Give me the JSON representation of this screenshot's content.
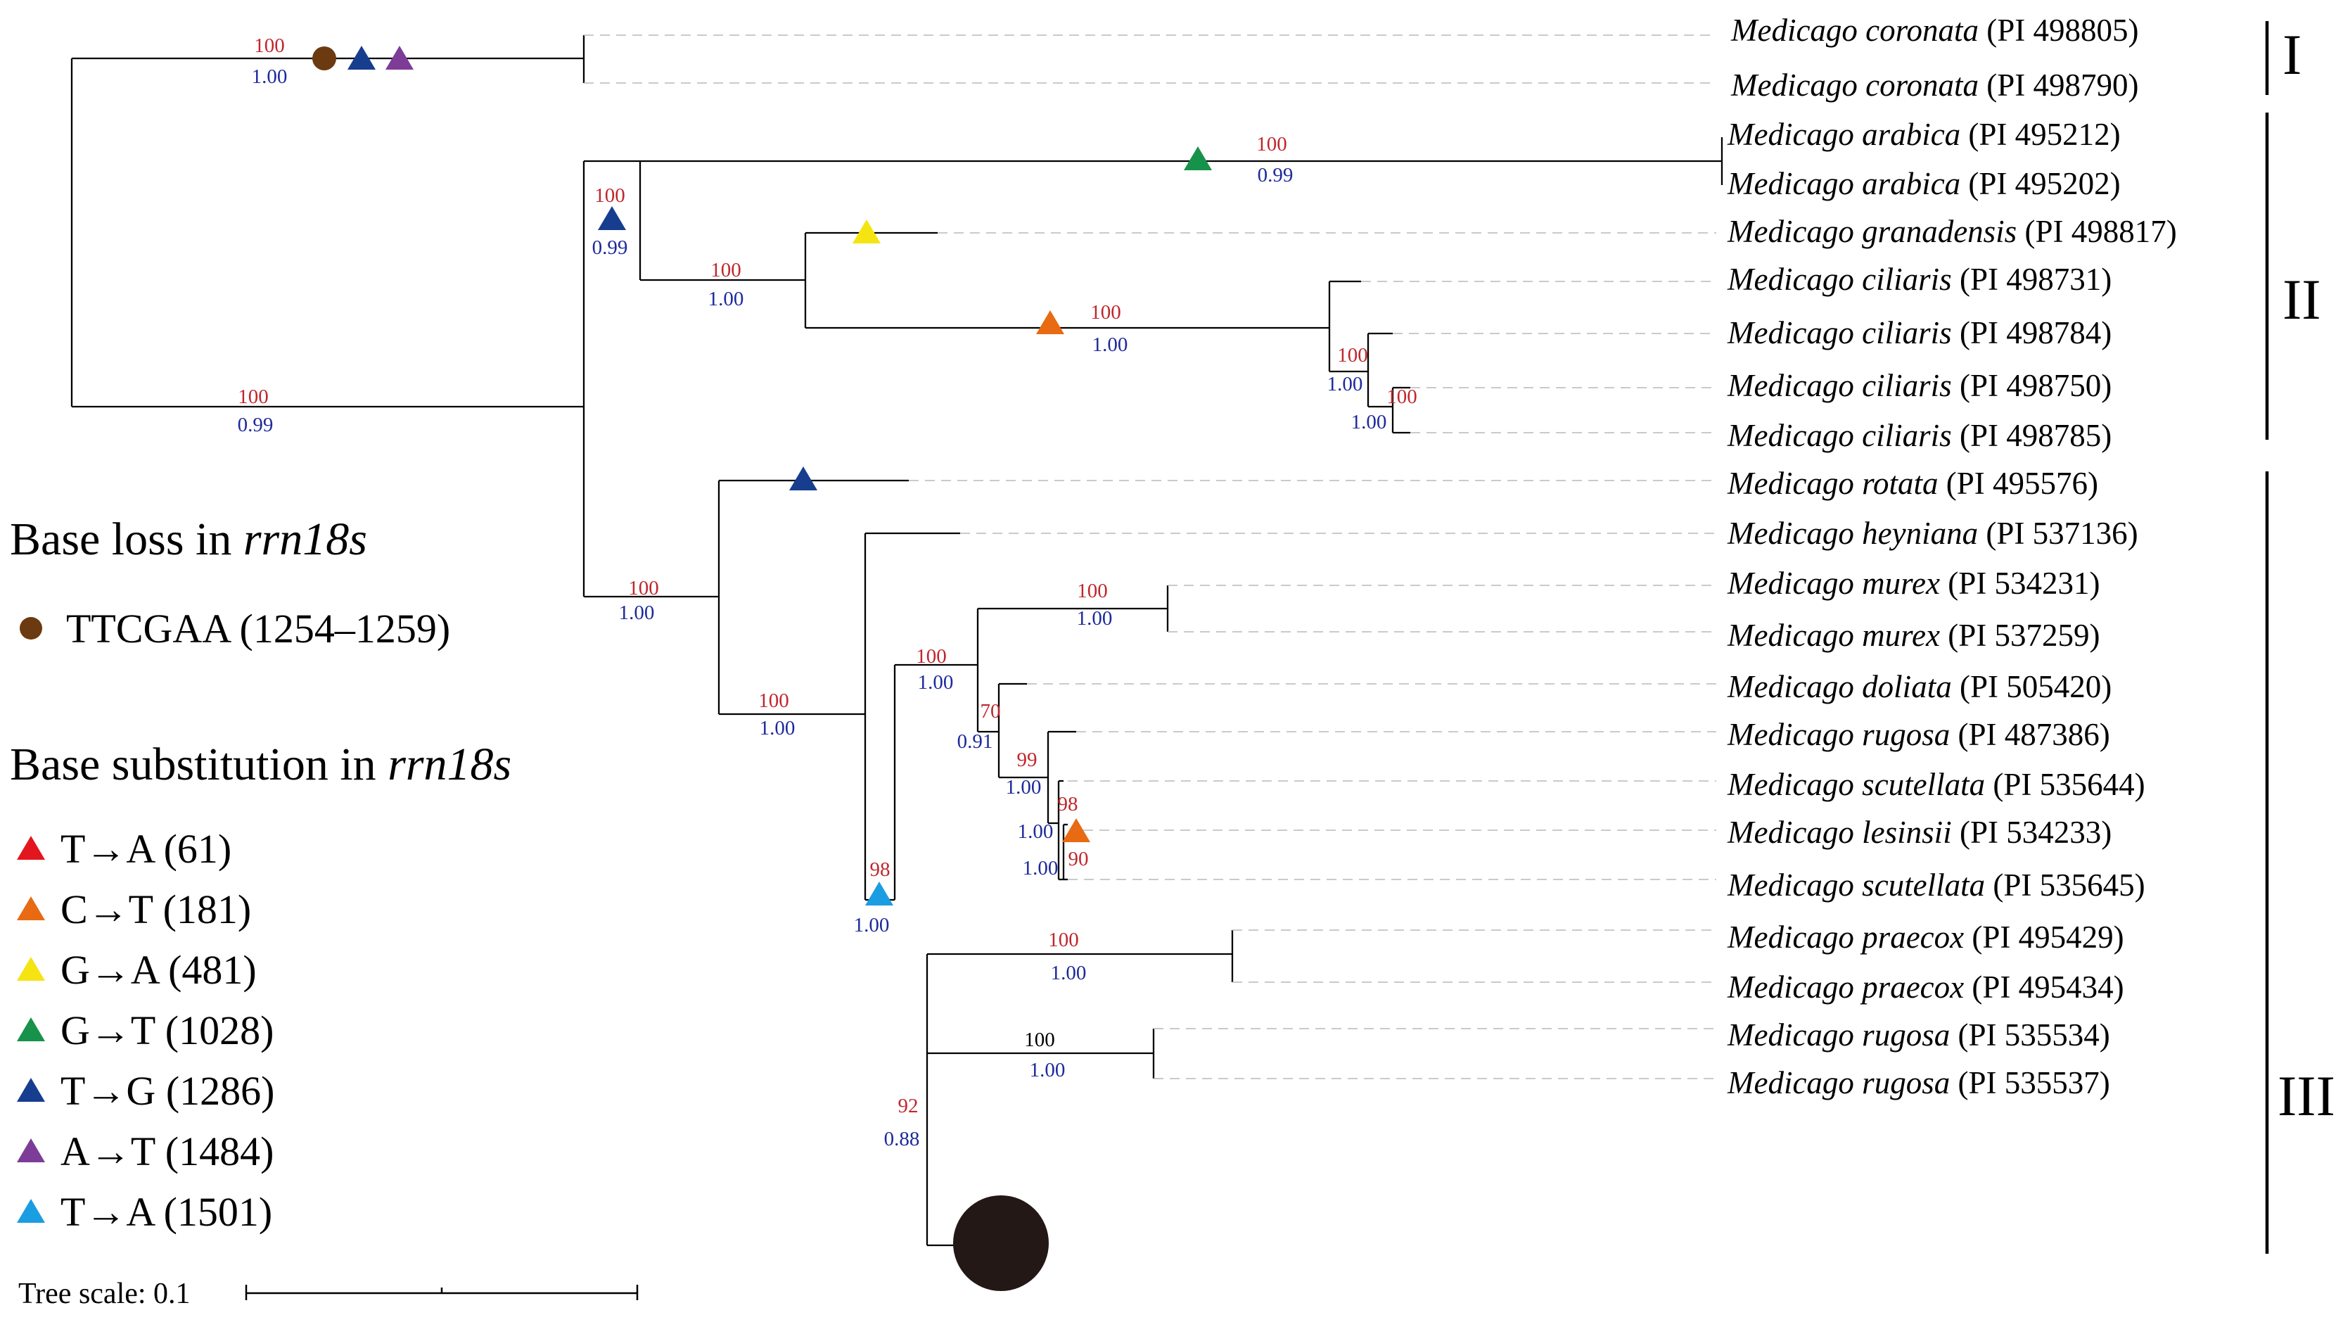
{
  "taxa": [
    {
      "species": "Medicago coronata",
      "accession": "(PI 498805)"
    },
    {
      "species": "Medicago coronata",
      "accession": "(PI 498790)"
    },
    {
      "species": "Medicago arabica",
      "accession": "(PI 495212)"
    },
    {
      "species": "Medicago arabica",
      "accession": "(PI 495202)"
    },
    {
      "species": "Medicago granadensis",
      "accession": "(PI 498817)"
    },
    {
      "species": "Medicago ciliaris",
      "accession": "(PI 498731)"
    },
    {
      "species": "Medicago ciliaris",
      "accession": "(PI 498784)"
    },
    {
      "species": "Medicago ciliaris",
      "accession": "(PI 498750)"
    },
    {
      "species": "Medicago ciliaris",
      "accession": "(PI 498785)"
    },
    {
      "species": "Medicago rotata",
      "accession": "(PI 495576)"
    },
    {
      "species": "Medicago heyniana",
      "accession": "(PI 537136)"
    },
    {
      "species": "Medicago murex",
      "accession": "(PI 534231)"
    },
    {
      "species": "Medicago murex",
      "accession": "(PI 537259)"
    },
    {
      "species": "Medicago doliata",
      "accession": "(PI 505420)"
    },
    {
      "species": "Medicago rugosa",
      "accession": "(PI 487386)"
    },
    {
      "species": "Medicago scutellata",
      "accession": "(PI 535644)"
    },
    {
      "species": "Medicago lesinsii",
      "accession": "(PI 534233)"
    },
    {
      "species": "Medicago scutellata",
      "accession": "(PI 535645)"
    },
    {
      "species": "Medicago praecox",
      "accession": "(PI 495429)"
    },
    {
      "species": "Medicago praecox",
      "accession": "(PI 495434)"
    },
    {
      "species": "Medicago rugosa",
      "accession": "(PI 535534)"
    },
    {
      "species": "Medicago rugosa",
      "accession": "(PI 535537)"
    }
  ],
  "clades": [
    {
      "label": "I"
    },
    {
      "label": "II"
    },
    {
      "label": "III"
    }
  ],
  "support": [
    {
      "id": "s1",
      "bs": "100",
      "pp": "1.00"
    },
    {
      "id": "s2",
      "bs": "100",
      "pp": "0.99"
    },
    {
      "id": "s3",
      "bs": "100",
      "pp": "0.99"
    },
    {
      "id": "s4",
      "bs": "100",
      "pp": "0.99"
    },
    {
      "id": "s5",
      "bs": "100",
      "pp": "1.00"
    },
    {
      "id": "s6",
      "bs": "100",
      "pp": "1.00"
    },
    {
      "id": "s7",
      "bs": "100",
      "pp": "1.00"
    },
    {
      "id": "s8",
      "bs": "100",
      "pp": "1.00"
    },
    {
      "id": "s9",
      "bs": "100",
      "pp": "1.00"
    },
    {
      "id": "s10",
      "bs": "100",
      "pp": "1.00"
    },
    {
      "id": "s11",
      "bs": "100",
      "pp": "1.00"
    },
    {
      "id": "s12",
      "bs": "100",
      "pp": "1.00"
    },
    {
      "id": "s13",
      "bs": "70",
      "pp": "0.91"
    },
    {
      "id": "s14",
      "bs": "99",
      "pp": "1.00"
    },
    {
      "id": "s15",
      "bs": "98",
      "pp": "1.00"
    },
    {
      "id": "s16",
      "bs": "90",
      "pp": "1.00"
    },
    {
      "id": "s17",
      "bs": "98",
      "pp": "1.00"
    },
    {
      "id": "s18",
      "bs": "100",
      "pp": "1.00"
    },
    {
      "id": "s19",
      "bs": "100",
      "pp": "1.00"
    },
    {
      "id": "s20",
      "bs": "92",
      "pp": "0.88"
    }
  ],
  "legend": {
    "loss_title": "Base loss in",
    "loss_gene": "rrn18s",
    "loss_items": [
      {
        "marker": "circle",
        "color": "#6b3a10",
        "label": "TTCGAA (1254–1259)"
      }
    ],
    "subst_title": "Base substitution in",
    "subst_gene": "rrn18s",
    "subst_items": [
      {
        "marker": "triangle",
        "color": "#e4161d",
        "label": "T→A (61)"
      },
      {
        "marker": "triangle",
        "color": "#e86a12",
        "label": "C→T (181)"
      },
      {
        "marker": "triangle",
        "color": "#f5e412",
        "label": "G→A (481)"
      },
      {
        "marker": "triangle",
        "color": "#17924a",
        "label": "G→T (1028)"
      },
      {
        "marker": "triangle",
        "color": "#173d8f",
        "label": "T→G (1286)"
      },
      {
        "marker": "triangle",
        "color": "#7d3c98",
        "label": "A→T (1484)"
      },
      {
        "marker": "triangle",
        "color": "#1b9de2",
        "label": "T→A (1501)"
      }
    ]
  },
  "scale": {
    "label": "Tree scale: 0.1"
  },
  "colors": {
    "bootstrap": "#c0272d",
    "posterior": "#1d2a9c",
    "collapsed_node": "#231815",
    "leader_line": "#b8b8b8"
  }
}
